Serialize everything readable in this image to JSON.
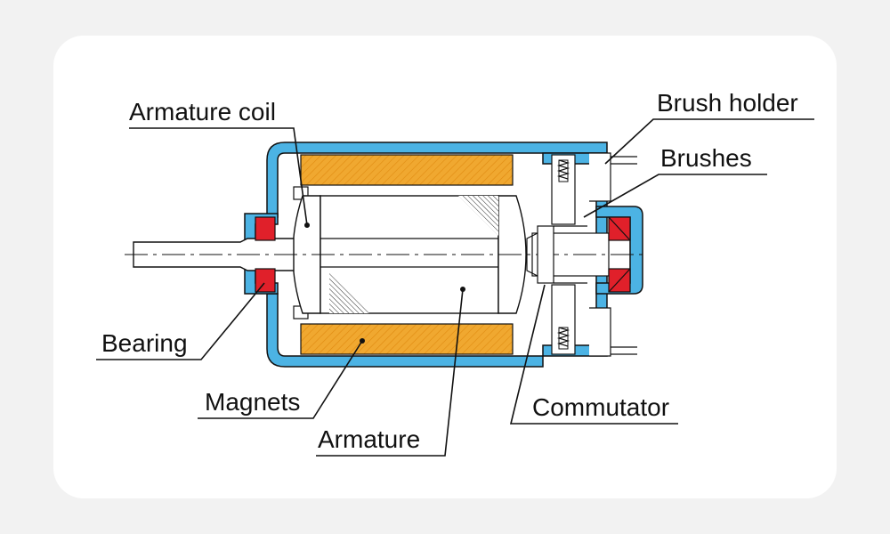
{
  "labels": {
    "armature_coil": "Armature coil",
    "bearing": "Bearing",
    "magnets": "Magnets",
    "armature": "Armature",
    "brush_holder": "Brush holder",
    "brushes": "Brushes",
    "commutator": "Commutator"
  },
  "colors": {
    "housing": "#4cb3e4",
    "magnet": "#f0a830",
    "bearing": "#e0202a",
    "line": "#111111",
    "card": "#ffffff",
    "background": "#f2f2f2"
  }
}
